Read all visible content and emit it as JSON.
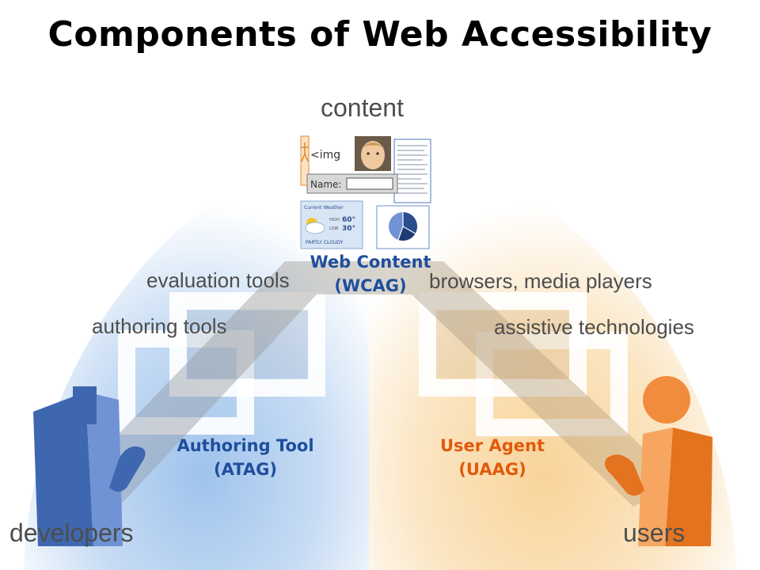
{
  "title": "Components of Web Accessibility",
  "content_label": "content",
  "thumbnail": {
    "img_tag": "<img",
    "name_label": "Name:",
    "weather_title": "Current Weather",
    "weather_high_label": "HIGH",
    "weather_low_label": "LOW",
    "weather_high": "60°",
    "weather_low": "30°",
    "weather_condition": "PARTLY CLOUDY"
  },
  "labels": {
    "evaluation_tools": "evaluation tools",
    "authoring_tools": "authoring tools",
    "browsers": "browsers, media players",
    "assistive": "assistive technologies",
    "developers": "developers",
    "users": "users"
  },
  "guidelines": {
    "web_content": {
      "line1": "Web Content",
      "line2": "(WCAG)"
    },
    "authoring": {
      "line1": "Authoring Tool",
      "line2": "(ATAG)"
    },
    "user_agent": {
      "line1": "User Agent",
      "line2": "(UAAG)"
    }
  },
  "colors": {
    "web_content": "#1f4e9c",
    "authoring": "#1f4e9c",
    "user_agent": "#e05a0c",
    "developer_blue": "#4a74c0",
    "user_orange": "#f08c3c"
  },
  "icons": [
    "developer-figure-icon",
    "user-figure-icon",
    "pie-chart-icon",
    "weather-cloud-icon",
    "face-photo-icon"
  ]
}
